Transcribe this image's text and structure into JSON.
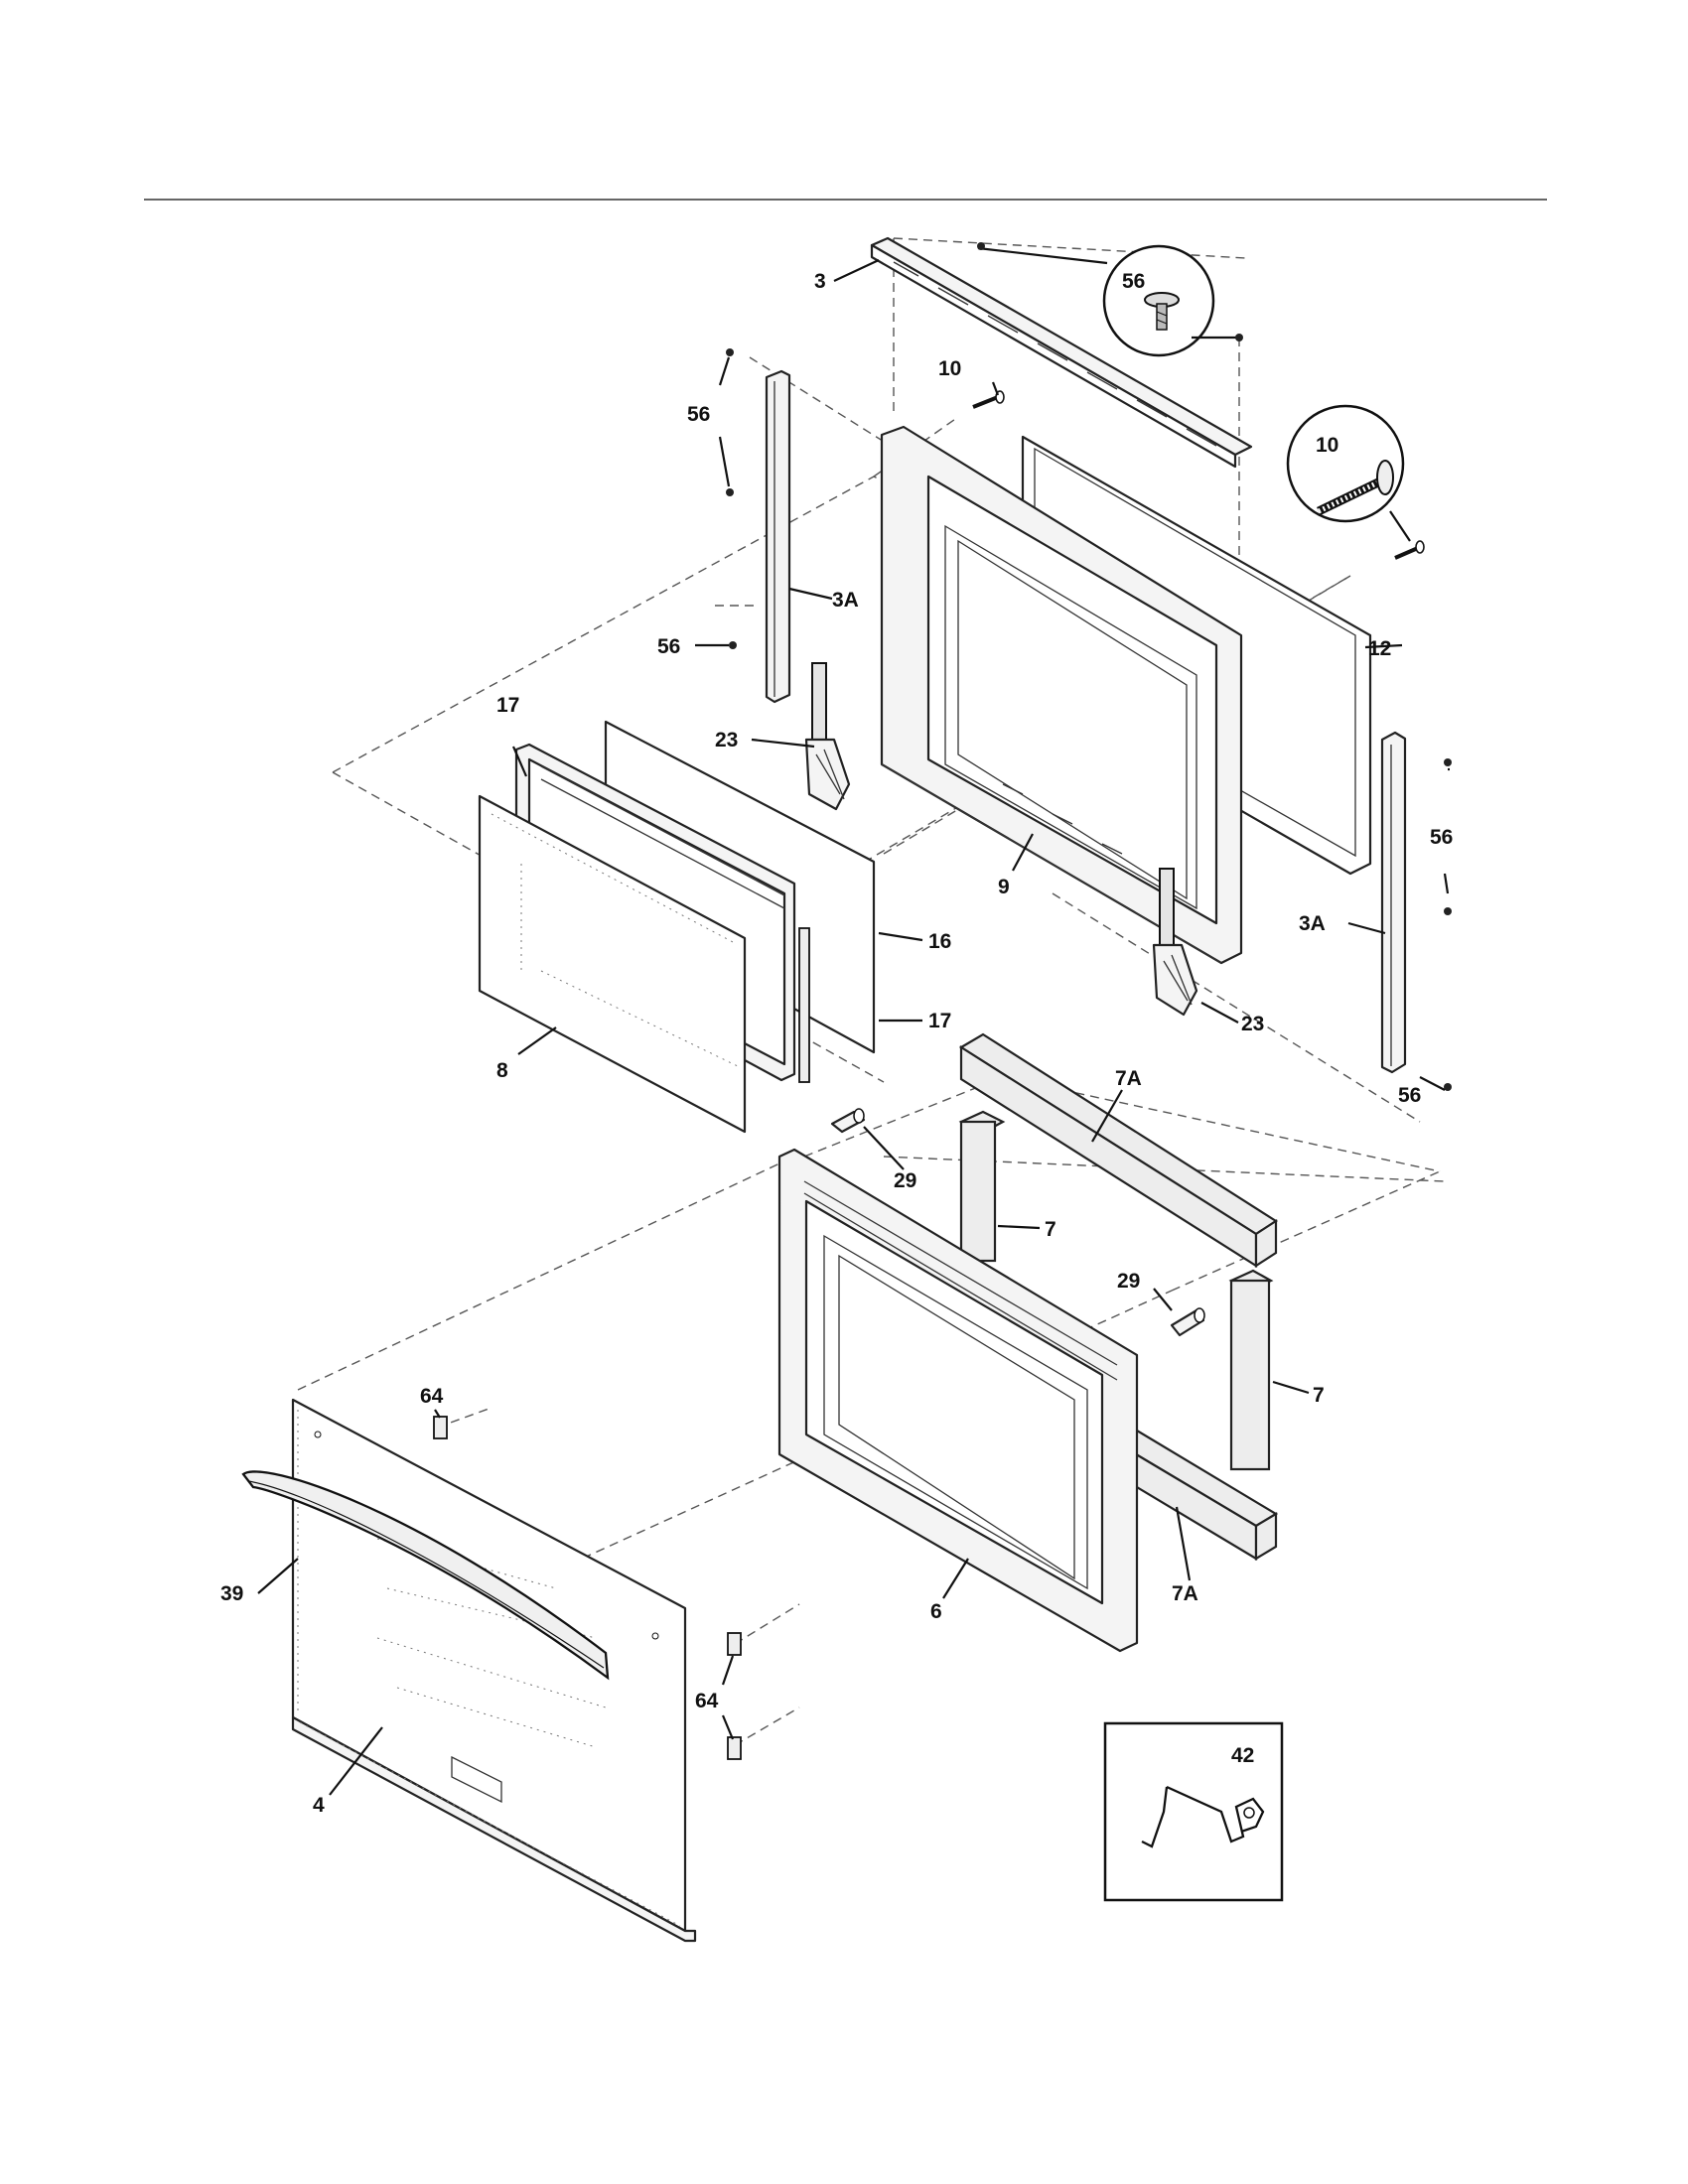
{
  "diagram": {
    "callouts": {
      "c3": "3",
      "c56_zoom": "56",
      "c10_a": "10",
      "c10_zoom": "10",
      "c56_a": "56",
      "c3A_a": "3A",
      "c56_b": "56",
      "c12": "12",
      "c17_a": "17",
      "c23_a": "23",
      "c56_c": "56",
      "c9": "9",
      "c3A_b": "3A",
      "c16": "16",
      "c17_b": "17",
      "c23_b": "23",
      "c8": "8",
      "c56_d": "56",
      "c7A_a": "7A",
      "c29_a": "29",
      "c7_a": "7",
      "c29_b": "29",
      "c7_b": "7",
      "c64_a": "64",
      "c39": "39",
      "c6": "6",
      "c7A_b": "7A",
      "c64_b": "64",
      "c4": "4",
      "c42": "42"
    }
  }
}
